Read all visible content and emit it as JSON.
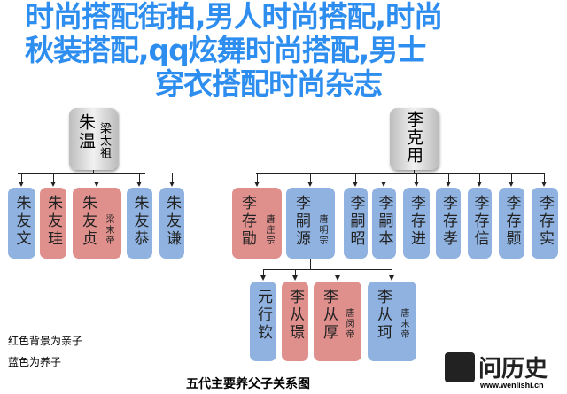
{
  "parents": [
    {
      "name": "朱温",
      "title": "梁太祖"
    },
    {
      "name": "李克用",
      "title": ""
    }
  ],
  "zhu_children": [
    {
      "name": "朱友文",
      "title": "",
      "type": "adopted"
    },
    {
      "name": "朱友珪",
      "title": "",
      "type": "biological"
    },
    {
      "name": "朱友贞",
      "title": "梁末帝",
      "type": "biological"
    },
    {
      "name": "朱友恭",
      "title": "",
      "type": "adopted"
    },
    {
      "name": "朱友谦",
      "title": "",
      "type": "adopted"
    }
  ],
  "li_children": [
    {
      "name": "李存勖",
      "title": "唐庄宗",
      "type": "biological"
    },
    {
      "name": "李嗣源",
      "title": "唐明宗",
      "type": "adopted"
    },
    {
      "name": "李嗣昭",
      "title": "",
      "type": "adopted"
    },
    {
      "name": "李嗣本",
      "title": "",
      "type": "adopted"
    },
    {
      "name": "李存进",
      "title": "",
      "type": "adopted"
    },
    {
      "name": "李存孝",
      "title": "",
      "type": "adopted"
    },
    {
      "name": "李存信",
      "title": "",
      "type": "adopted"
    },
    {
      "name": "李存颢",
      "title": "",
      "type": "adopted"
    },
    {
      "name": "李存实",
      "title": "",
      "type": "adopted"
    }
  ],
  "siyuan_children": [
    {
      "name": "元行钦",
      "title": "",
      "type": "adopted"
    },
    {
      "name": "李从璟",
      "title": "",
      "type": "biological"
    },
    {
      "name": "李从厚",
      "title": "唐闵帝",
      "type": "biological"
    },
    {
      "name": "李从珂",
      "title": "唐末帝",
      "type": "adopted"
    }
  ],
  "legend": {
    "red": "红色背景为亲子",
    "blue": "蓝色为养子"
  },
  "caption": "五代主要养父子关系图",
  "logo": {
    "text": "问历史",
    "url": "www.wenlishi.cn"
  },
  "overlay": [
    "时尚搭配街拍,男人时尚搭配,时尚",
    "秋装搭配,qq炫舞时尚搭配,男士",
    "穿衣搭配时尚杂志"
  ],
  "colors": {
    "biological": "#df8f8c",
    "adopted": "#8fb2e0",
    "overlay": "#2e8ef0"
  }
}
